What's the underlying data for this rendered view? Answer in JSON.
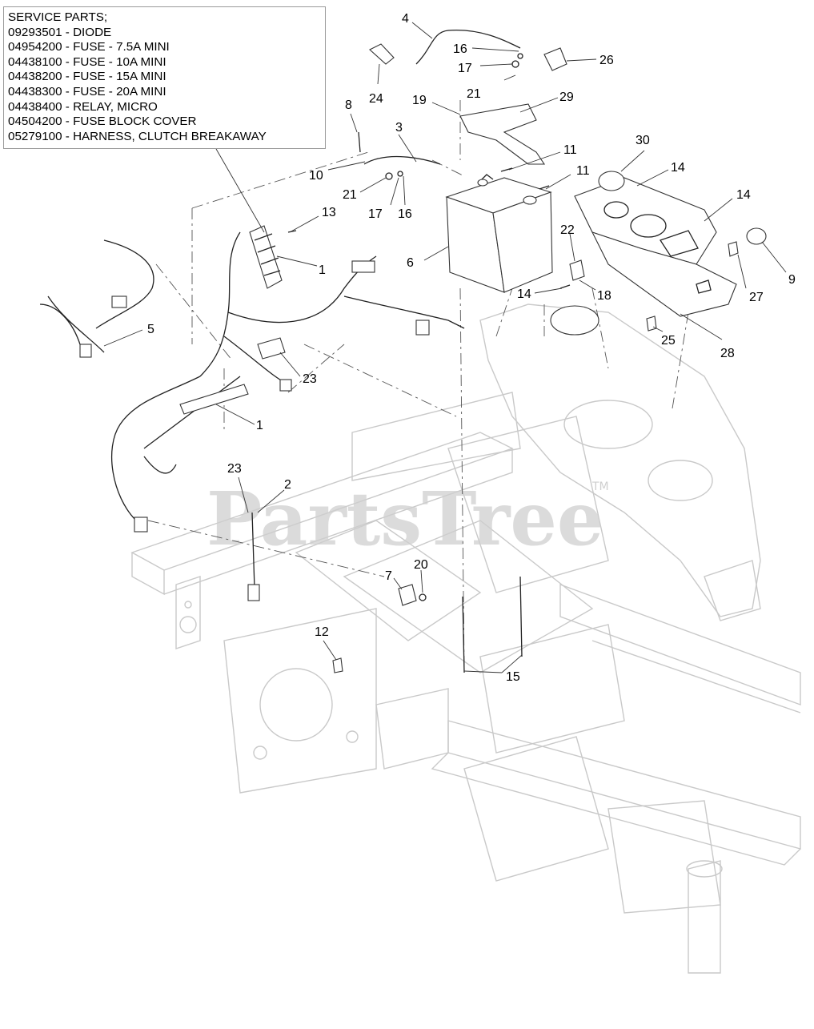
{
  "service_parts": {
    "title": "SERVICE PARTS;",
    "items": [
      "09293501 - DIODE",
      "04954200 - FUSE - 7.5A MINI",
      "04438100 - FUSE - 10A MINI",
      "04438200 - FUSE - 15A MINI",
      "04438300 - FUSE - 20A MINI",
      "04438400 - RELAY, MICRO",
      "04504200 - FUSE BLOCK COVER",
      "05279100 - HARNESS, CLUTCH BREAKAWAY"
    ]
  },
  "watermark": {
    "text": "PartsTree",
    "tm": "TM"
  },
  "callouts": [
    "4",
    "16",
    "26",
    "17",
    "24",
    "21",
    "19",
    "29",
    "8",
    "3",
    "11",
    "10",
    "21",
    "17",
    "16",
    "11",
    "30",
    "14",
    "14",
    "13",
    "1",
    "6",
    "22",
    "9",
    "18",
    "14",
    "27",
    "5",
    "28",
    "23",
    "25",
    "1",
    "23",
    "2",
    "20",
    "7",
    "12",
    "15"
  ]
}
